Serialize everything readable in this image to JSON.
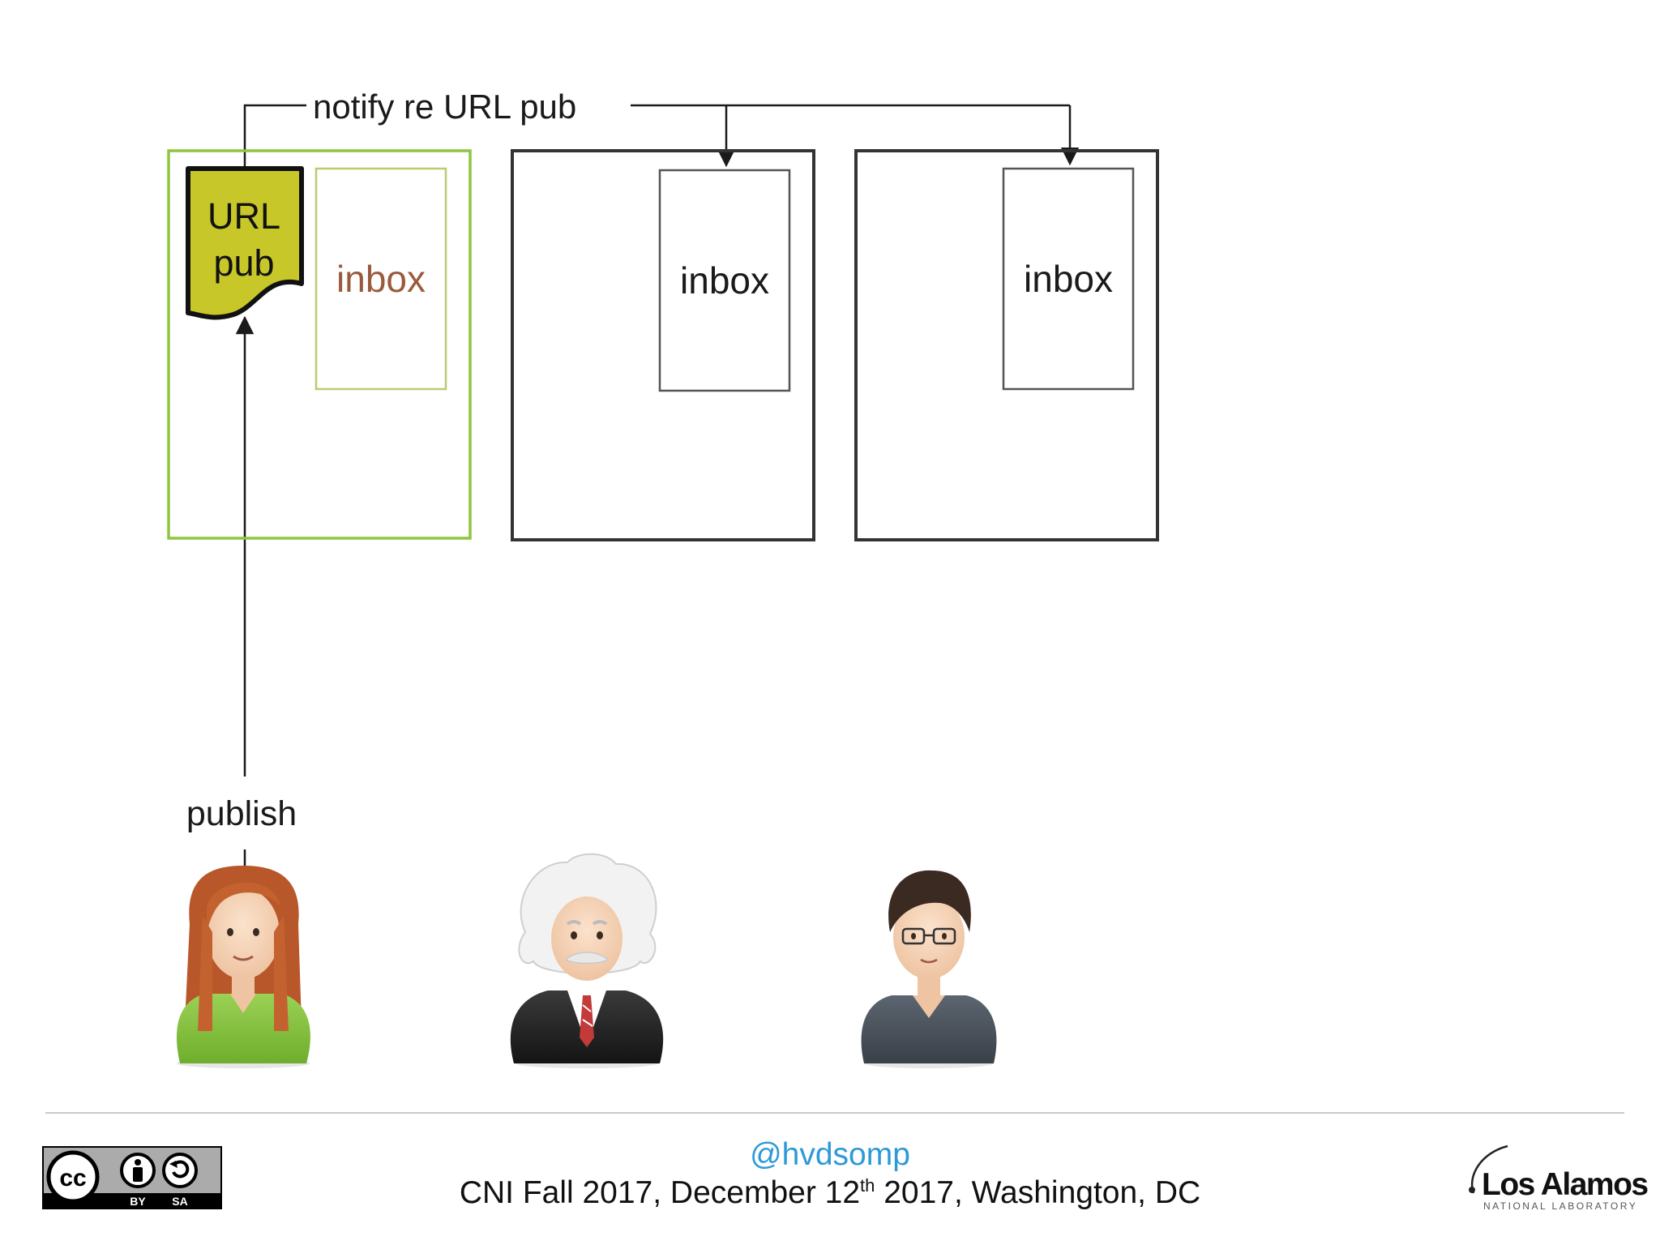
{
  "diagram": {
    "notify_label": "notify re URL pub",
    "document": {
      "line1": "URL",
      "line2": "pub"
    },
    "inbox_labels": [
      "inbox",
      "inbox",
      "inbox"
    ],
    "publish_label": "publish",
    "colors": {
      "own_box_border": "#8cc63f",
      "own_inbox_border": "#b9cc6f",
      "own_inbox_text": "#9a5a3c",
      "document_fill": "#c8c72a",
      "line": "#1a1a1a"
    }
  },
  "icons": {
    "author": "woman-green-shirt-avatar-icon",
    "scholar": "einstein-avatar-icon",
    "researcher": "man-glasses-avatar-icon"
  },
  "footer": {
    "handle": "@hvdsomp",
    "conference_pre": "CNI Fall 2017, December 12",
    "conference_sup": "th",
    "conference_post": " 2017, Washington, DC",
    "license": {
      "cc": "cc",
      "by": "BY",
      "sa": "SA"
    },
    "logo": {
      "name": "Los Alamos",
      "subtitle": "NATIONAL LABORATORY"
    }
  }
}
